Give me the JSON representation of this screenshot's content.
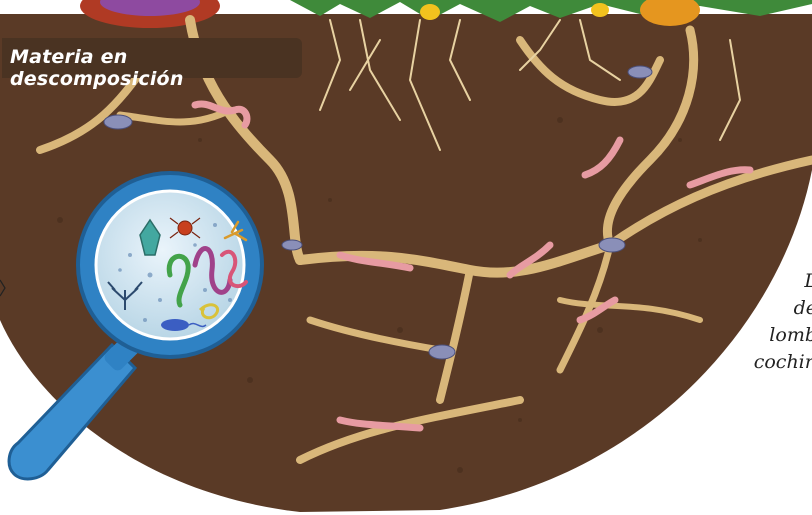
{
  "labels": {
    "decomposition": "Materia en descomposición",
    "side_text_lines": [
      "L",
      "de",
      "lomb",
      "cochin"
    ]
  },
  "colors": {
    "soil": "#5a3a26",
    "soil_dark": "#3e2718",
    "root": "#d9b77a",
    "lens_ring": "#2f82c4",
    "lens_glass": "#cfe4f0",
    "worm": "#e79ba2",
    "isopod": "#8a8fb8"
  },
  "icons": [
    "magnifying-glass-icon",
    "earthworm-icon",
    "woodlouse-icon",
    "mite-icon",
    "plant-roots-icon"
  ]
}
